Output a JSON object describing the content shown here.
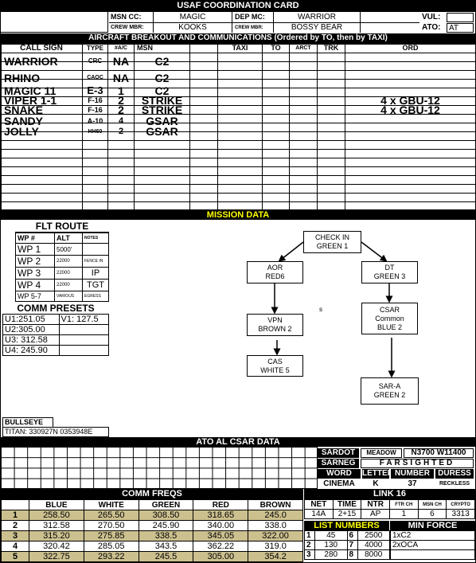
{
  "header": {
    "title": "USAF COORDINATION CARD",
    "msn_cc_label": "MSN CC:",
    "msn_cc": "MAGIC",
    "dep_mc_label": "DEP MC:",
    "dep_mc": "WARRIOR",
    "vul_label": "VUL:",
    "crew_mbr_label": "CREW MBR:",
    "crew_mbr": "KOOKS",
    "crew_mbr2_label": "CREW MBR:",
    "crew_mbr2": "BOSSY BEAR",
    "ato_label": "ATO:",
    "ato": "AT"
  },
  "aircraft": {
    "title": "AIRCRAFT BREAKOUT AND COMMUNICATIONS (Ordered by TO, then by TAXI)",
    "columns": {
      "call_sign": "CALL SIGN",
      "type": "TYPE",
      "ac": "#A/C",
      "msn": "MSN",
      "taxi": "TAXI",
      "to": "TO",
      "arct": "ARCT",
      "trk": "TRK",
      "ord": "ORD"
    },
    "rows": [
      {
        "call": "WARRIOR",
        "type": "CRC",
        "num": "NA",
        "msn": "C2",
        "ord": ""
      },
      {
        "call": "RHINO",
        "type": "CAOC",
        "num": "NA",
        "msn": "C2",
        "ord": ""
      },
      {
        "call": "MAGIC 11",
        "type": "E-3",
        "num": "1",
        "msn": "C2",
        "ord": ""
      },
      {
        "call": "VIPER 1-1",
        "type": "F-16",
        "num": "2",
        "msn": "STRIKE",
        "ord": "4 x GBU-12"
      },
      {
        "call": "SNAKE",
        "type": "F-16",
        "num": "2",
        "msn": "STRIKE",
        "ord": "4 x GBU-12"
      },
      {
        "call": "SANDY",
        "type": "A-10",
        "num": "4",
        "msn": "GSAR",
        "ord": ""
      },
      {
        "call": "JOLLY",
        "type": "HH60",
        "num": "2",
        "msn": "GSAR",
        "ord": ""
      }
    ]
  },
  "mission": {
    "title": "MISSION DATA",
    "flt_route": {
      "title": "FLT ROUTE",
      "col_wp": "WP #",
      "col_alt": "ALT",
      "col_notes": "NOTES",
      "rows": [
        {
          "wp": "WP 1",
          "alt": "5000'",
          "note": ""
        },
        {
          "wp": "WP 2",
          "alt": "22000",
          "note": "FENCE IN"
        },
        {
          "wp": "WP 3",
          "alt": "22000",
          "note": "IP"
        },
        {
          "wp": "WP 4",
          "alt": "22000",
          "note": "TGT"
        },
        {
          "wp": "WP 5-7",
          "alt": "VARIOUS",
          "note": "EGRESS"
        }
      ]
    },
    "comm_presets": {
      "title": "COMM PRESETS",
      "u1": "U1:251.05",
      "v1": "V1: 127.5",
      "u2": "U2:305.00",
      "u3": "U3: 312.58",
      "u4": "U4: 245.90"
    },
    "bullseye": {
      "label": "BULLSEYE",
      "value": "TITAN: 330927N 0353948E"
    },
    "flow": {
      "check_in": {
        "l1": "CHECK IN",
        "l2": "GREEN 1"
      },
      "aor": {
        "l1": "AOR",
        "l2": "RED6"
      },
      "dt": {
        "l1": "DT",
        "l2": "GREEN 3"
      },
      "vpn": {
        "l1": "VPN",
        "l2": "BROWN 2"
      },
      "csar": {
        "l1": "CSAR",
        "l2": "Common",
        "l3": "BLUE 2"
      },
      "cas": {
        "l1": "CAS",
        "l2": "WHITE 5"
      },
      "sara": {
        "l1": "SAR-A",
        "l2": "GREEN 2"
      },
      "stray": "s"
    }
  },
  "csar": {
    "title": "ATO AL CSAR DATA",
    "sardot_label": "SARDOT",
    "sardot_name": "MEADOW",
    "sardot_value": "N3700 W11400",
    "sarneg_label": "SARNEG",
    "sarneg_value": "FARSIGHTED",
    "word_label": "WORD",
    "letter_label": "LETTER",
    "number_label": "NUMBER",
    "duress_label": "DURESS",
    "word_value": "CINEMA",
    "letter_value": "K",
    "number_value": "37",
    "duress_value": "RECKLESS"
  },
  "comm_freqs": {
    "title": "COMM FREQS",
    "columns": [
      "BLUE",
      "WHITE",
      "GREEN",
      "RED",
      "BROWN"
    ],
    "rows": [
      {
        "n": "1",
        "v": [
          "258.50",
          "265.50",
          "308.50",
          "318.65",
          "245.0"
        ]
      },
      {
        "n": "2",
        "v": [
          "312.58",
          "270.50",
          "245.90",
          "340.00",
          "338.0"
        ]
      },
      {
        "n": "3",
        "v": [
          "315.20",
          "275.85",
          "338.5",
          "345.05",
          "322.00"
        ]
      },
      {
        "n": "4",
        "v": [
          "320.42",
          "285.05",
          "343.5",
          "362.22",
          "319.0"
        ]
      },
      {
        "n": "5",
        "v": [
          "322.75",
          "293.22",
          "245.5",
          "305.00",
          "354.2"
        ]
      }
    ]
  },
  "link16": {
    "title": "LINK 16",
    "net_label": "NET",
    "time_label": "TIME",
    "ntr_label": "NTR",
    "ftr_label": "FTR CH",
    "msn_ch_label": "MSN CH",
    "crypto_label": "CRYPTO",
    "net": "14A",
    "time": "2+15",
    "ntr": "AP",
    "ftr": "1",
    "msn_ch": "6",
    "crypto": "3313"
  },
  "list_numbers": {
    "title": "LIST NUMBERS",
    "rows": [
      [
        "1",
        "45",
        "6",
        "2500"
      ],
      [
        "2",
        "130",
        "7",
        "4000"
      ],
      [
        "3",
        "280",
        "8",
        "8000"
      ]
    ]
  },
  "min_force": {
    "title": "MIN FORCE",
    "rows": [
      "1xC2",
      "2xOCA",
      ""
    ]
  },
  "colors": {
    "header_bg": "#000000",
    "header_text": "#ffffff",
    "mission_title": "#ffff00",
    "table_fill": "#ccc08f"
  }
}
